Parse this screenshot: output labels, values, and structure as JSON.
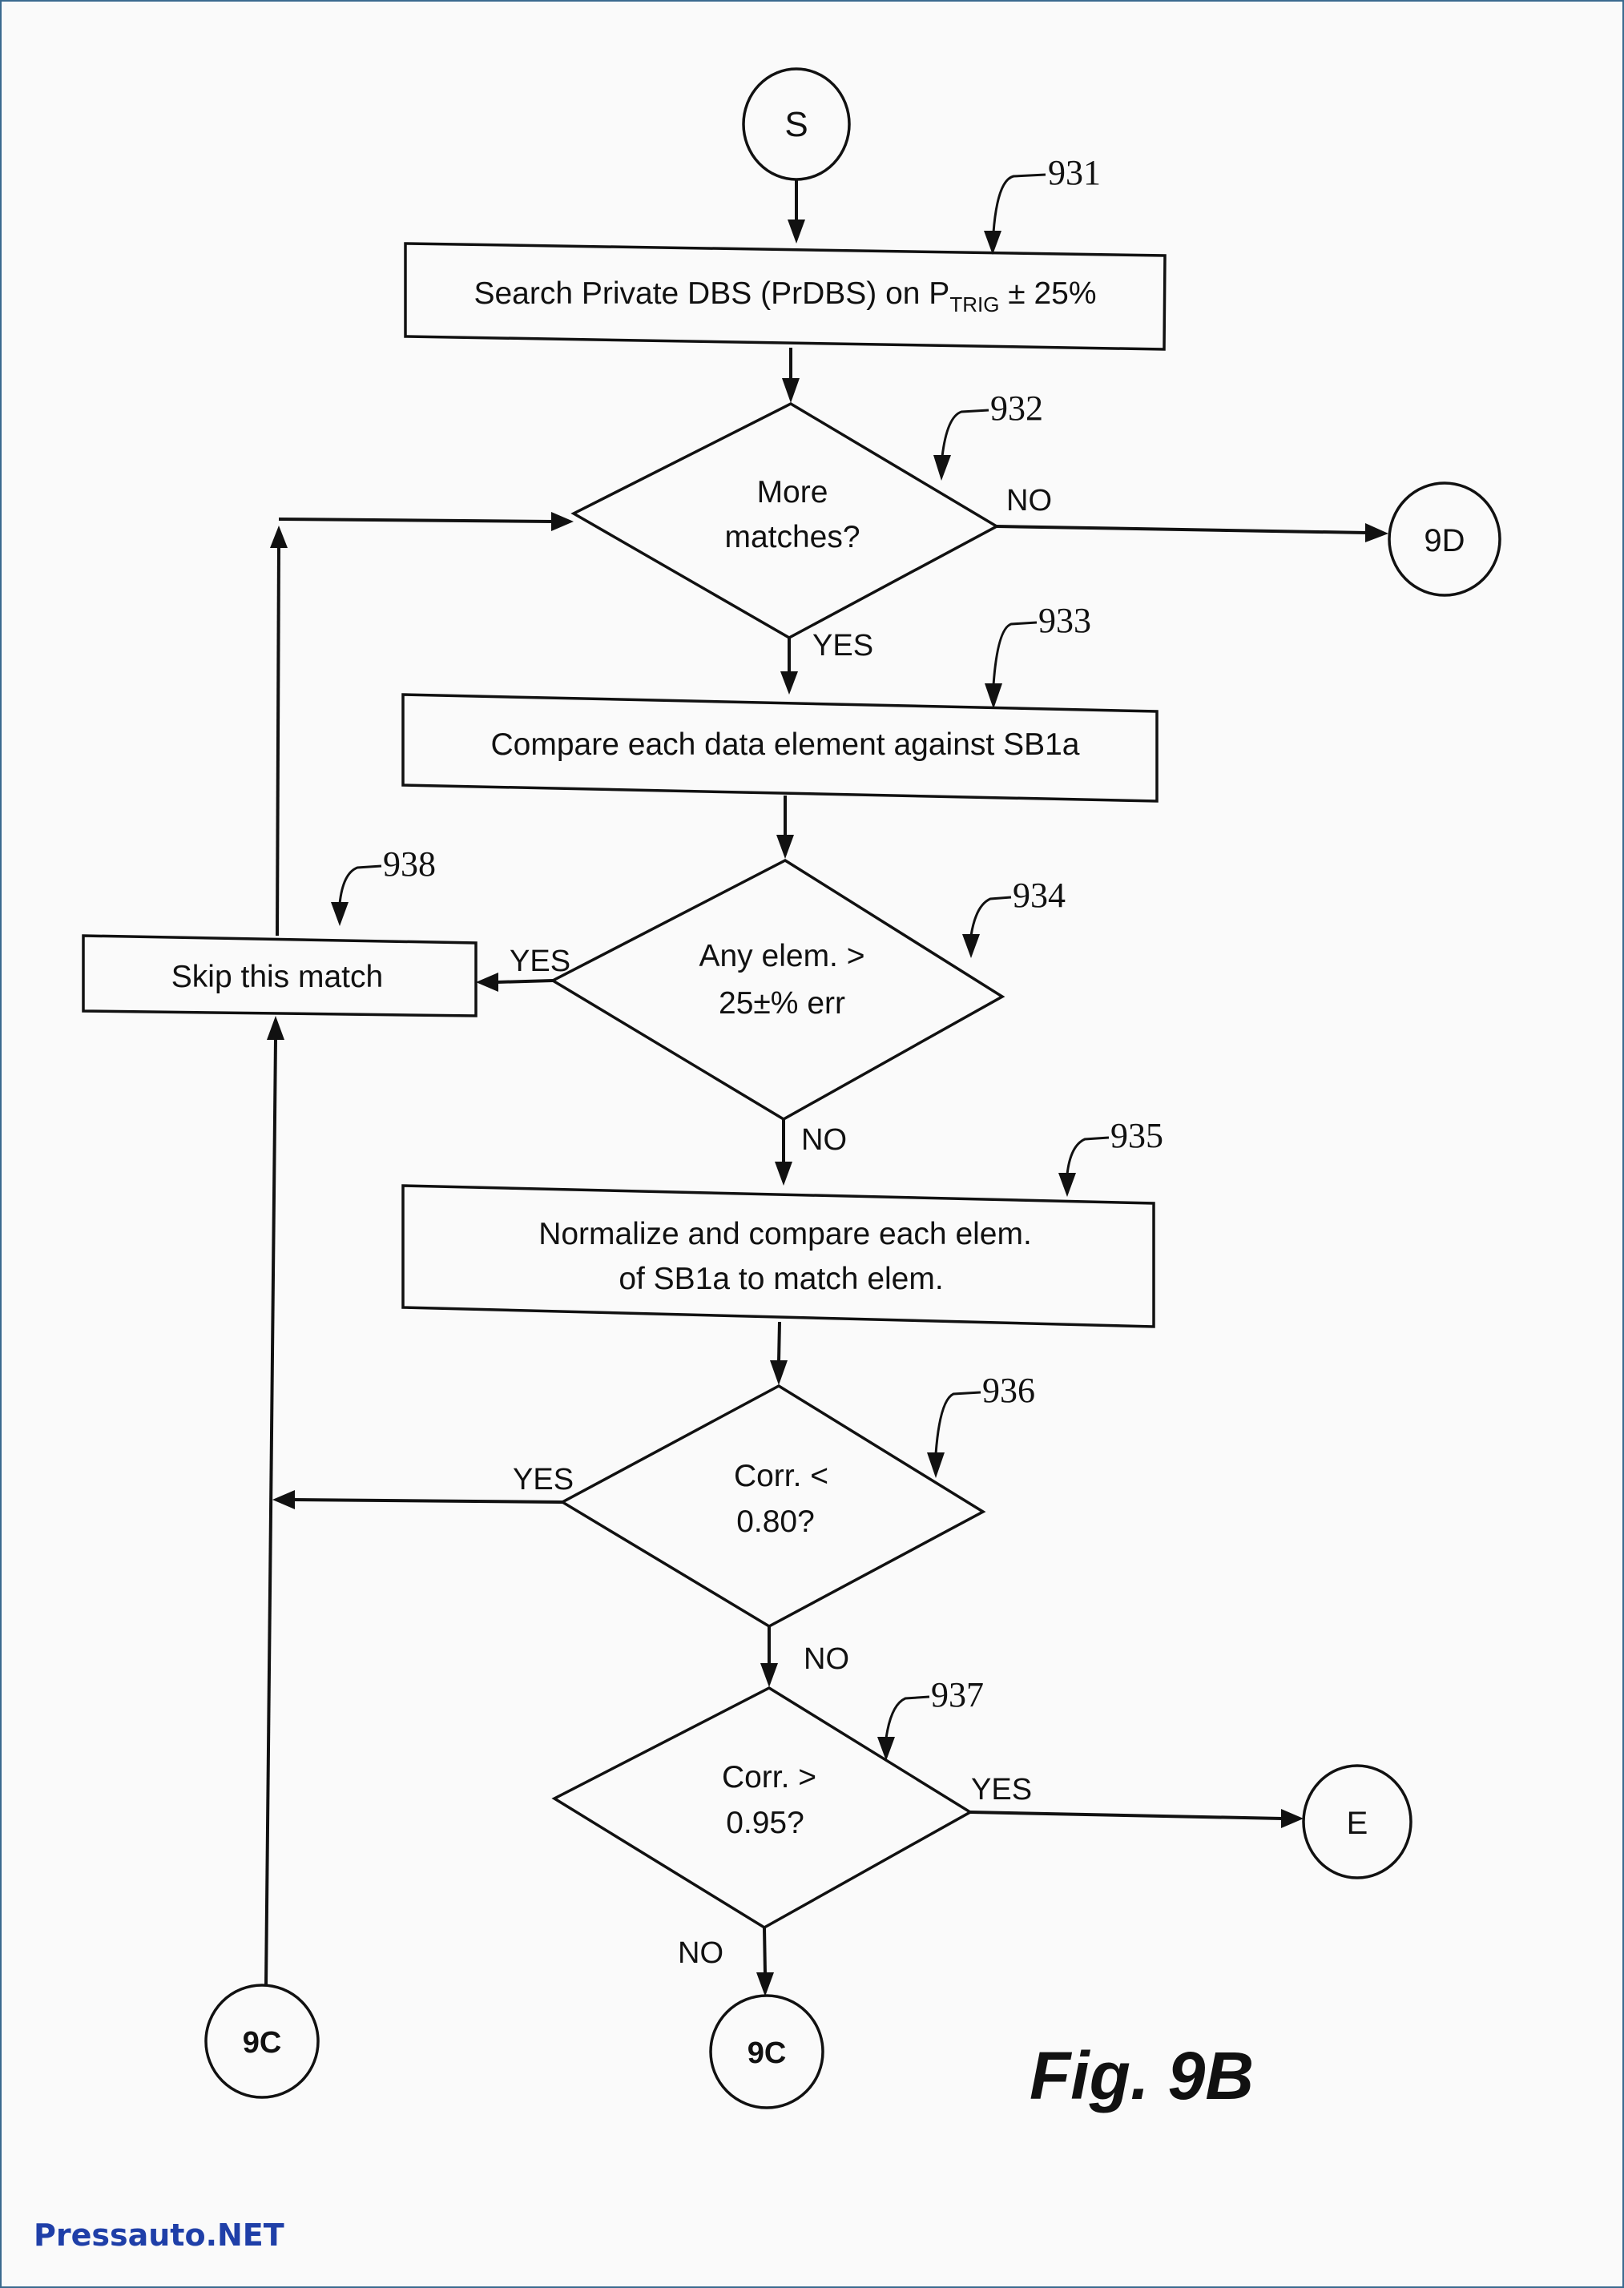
{
  "figure": {
    "title": "Fig. 9B",
    "watermark": "Pressauto.NET",
    "accent_colors": {
      "watermark": "#1f3fa8",
      "border": "#3a6a8f",
      "ink": "#111111"
    }
  },
  "connectors": {
    "start": "S",
    "to_9d": "9D",
    "end": "E",
    "to_9c_left": "9C",
    "to_9c_mid": "9C"
  },
  "steps": {
    "s931": {
      "ref": "931",
      "text_main": "Search Private DBS (PrDBS) on P",
      "text_sub": "TRIG",
      "text_tail": " ± 25%"
    },
    "s932": {
      "ref": "932",
      "line1": "More",
      "line2": "matches?",
      "yes": "YES",
      "no": "NO"
    },
    "s933": {
      "ref": "933",
      "text": "Compare each data element against SB1a"
    },
    "s934": {
      "ref": "934",
      "line1": "Any elem. >",
      "line2": "25±% err",
      "yes": "YES",
      "no": "NO"
    },
    "s935": {
      "ref": "935",
      "line1": "Normalize and compare each elem.",
      "line2": "of SB1a to match elem."
    },
    "s936": {
      "ref": "936",
      "line1": "Corr. <",
      "line2": "0.80?",
      "yes": "YES",
      "no": "NO"
    },
    "s937": {
      "ref": "937",
      "line1": "Corr. >",
      "line2": "0.95?",
      "yes": "YES",
      "no": "NO"
    },
    "s938": {
      "ref": "938",
      "text": "Skip this match"
    }
  }
}
